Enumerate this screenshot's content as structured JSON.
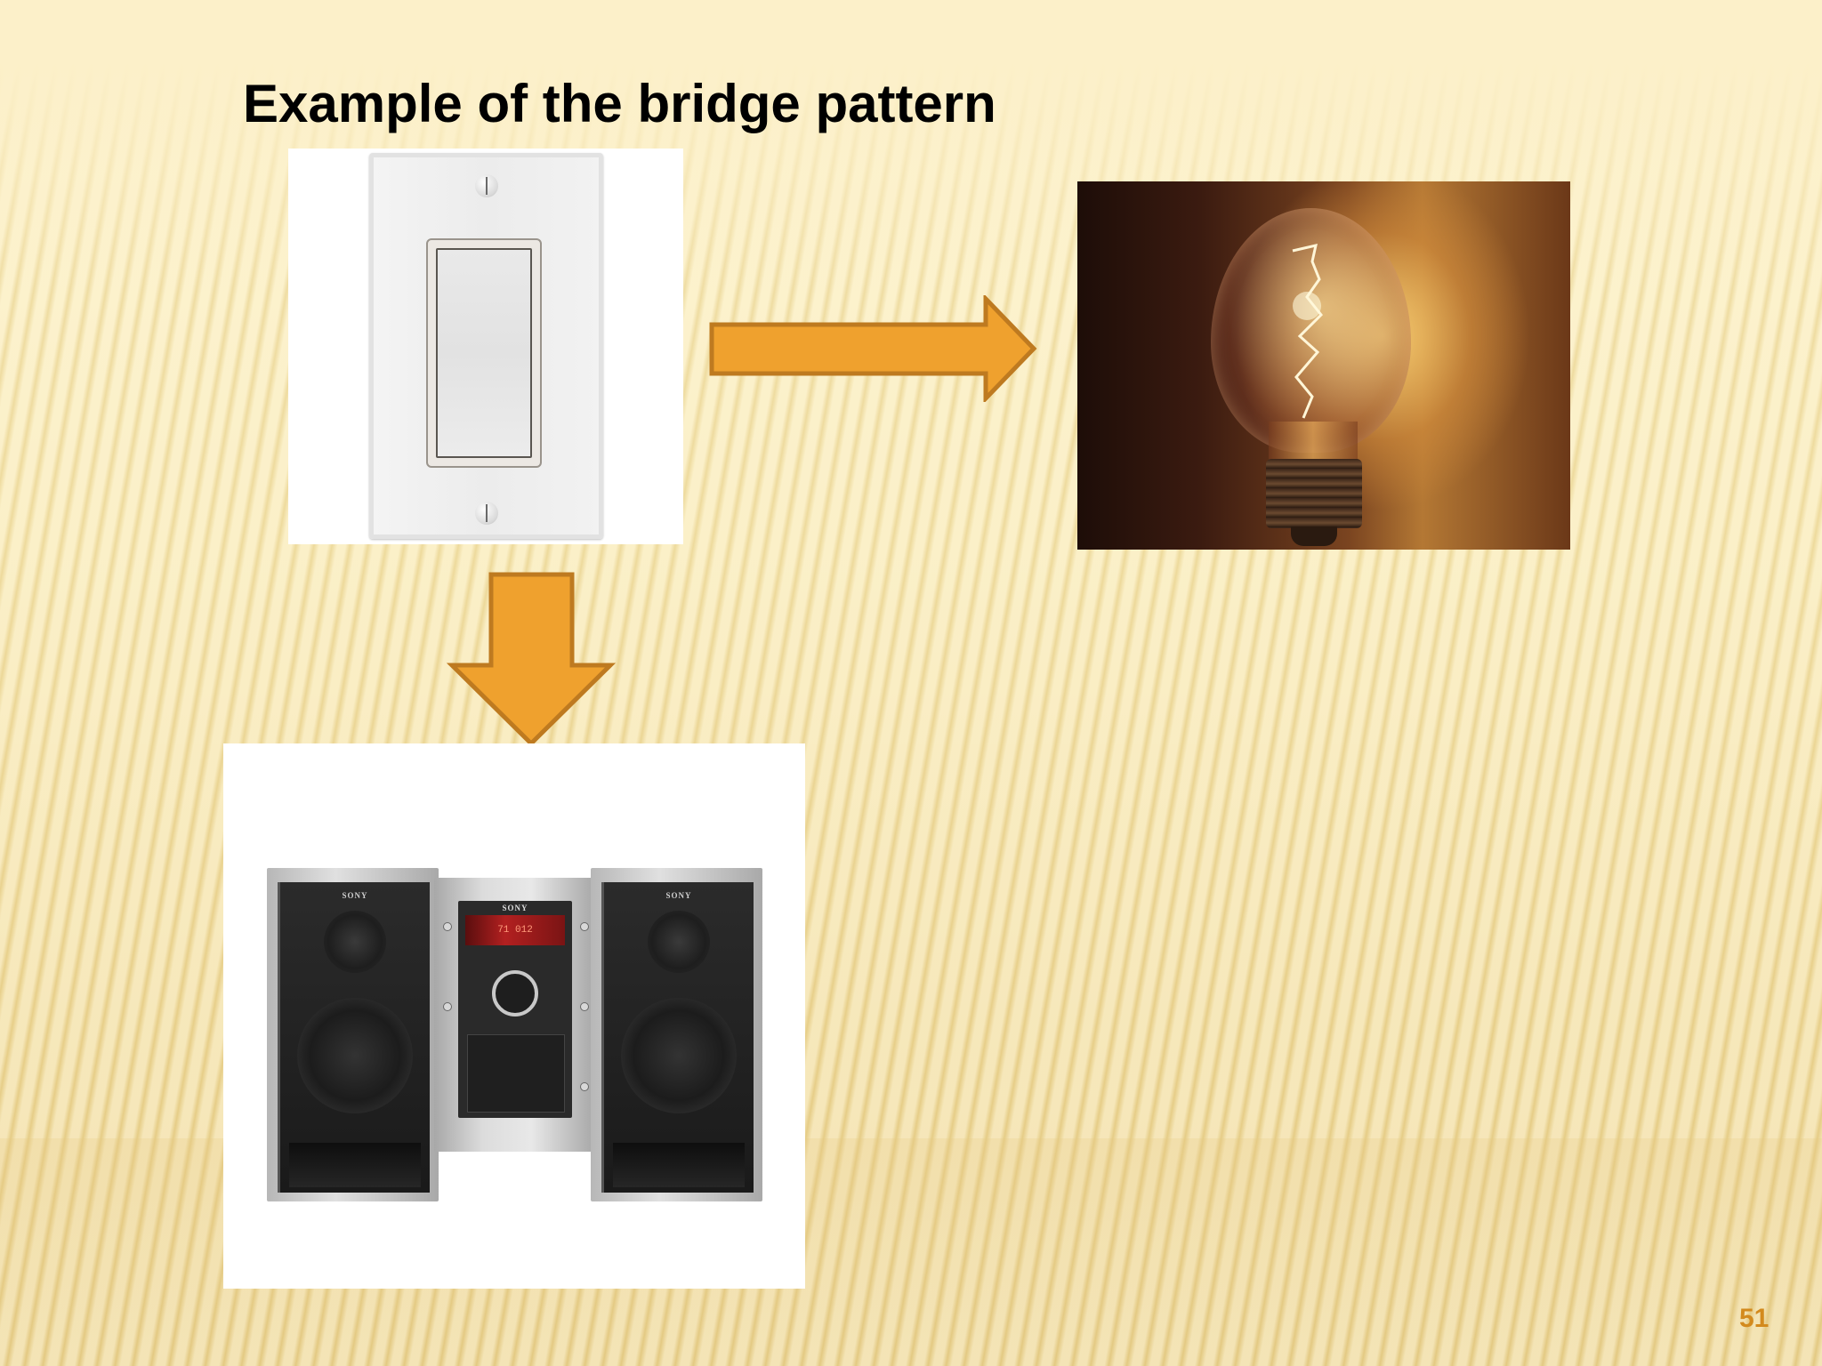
{
  "slide": {
    "title": "Example of the bridge pattern",
    "page_number": "51"
  },
  "images": {
    "switch": {
      "label": "Wall light switch",
      "alt": "White rocker wall light switch"
    },
    "bulb": {
      "label": "Light bulb",
      "alt": "Glowing incandescent light bulb"
    },
    "stereo": {
      "label": "Stereo system",
      "alt": "Sony mini hi-fi stereo system with two speakers",
      "brand_left_speaker": "SONY",
      "brand_center": "SONY",
      "brand_right_speaker": "SONY",
      "display_text": "71 012"
    }
  },
  "arrows": {
    "right": {
      "from": "switch",
      "to": "bulb",
      "direction": "right"
    },
    "down": {
      "from": "switch",
      "to": "stereo",
      "direction": "down"
    }
  },
  "colors": {
    "arrow_fill": "#EFA12E",
    "arrow_stroke": "#BE7A20",
    "page_number": "#D38A1D",
    "title": "#000000",
    "background": "#F5E3A9"
  }
}
